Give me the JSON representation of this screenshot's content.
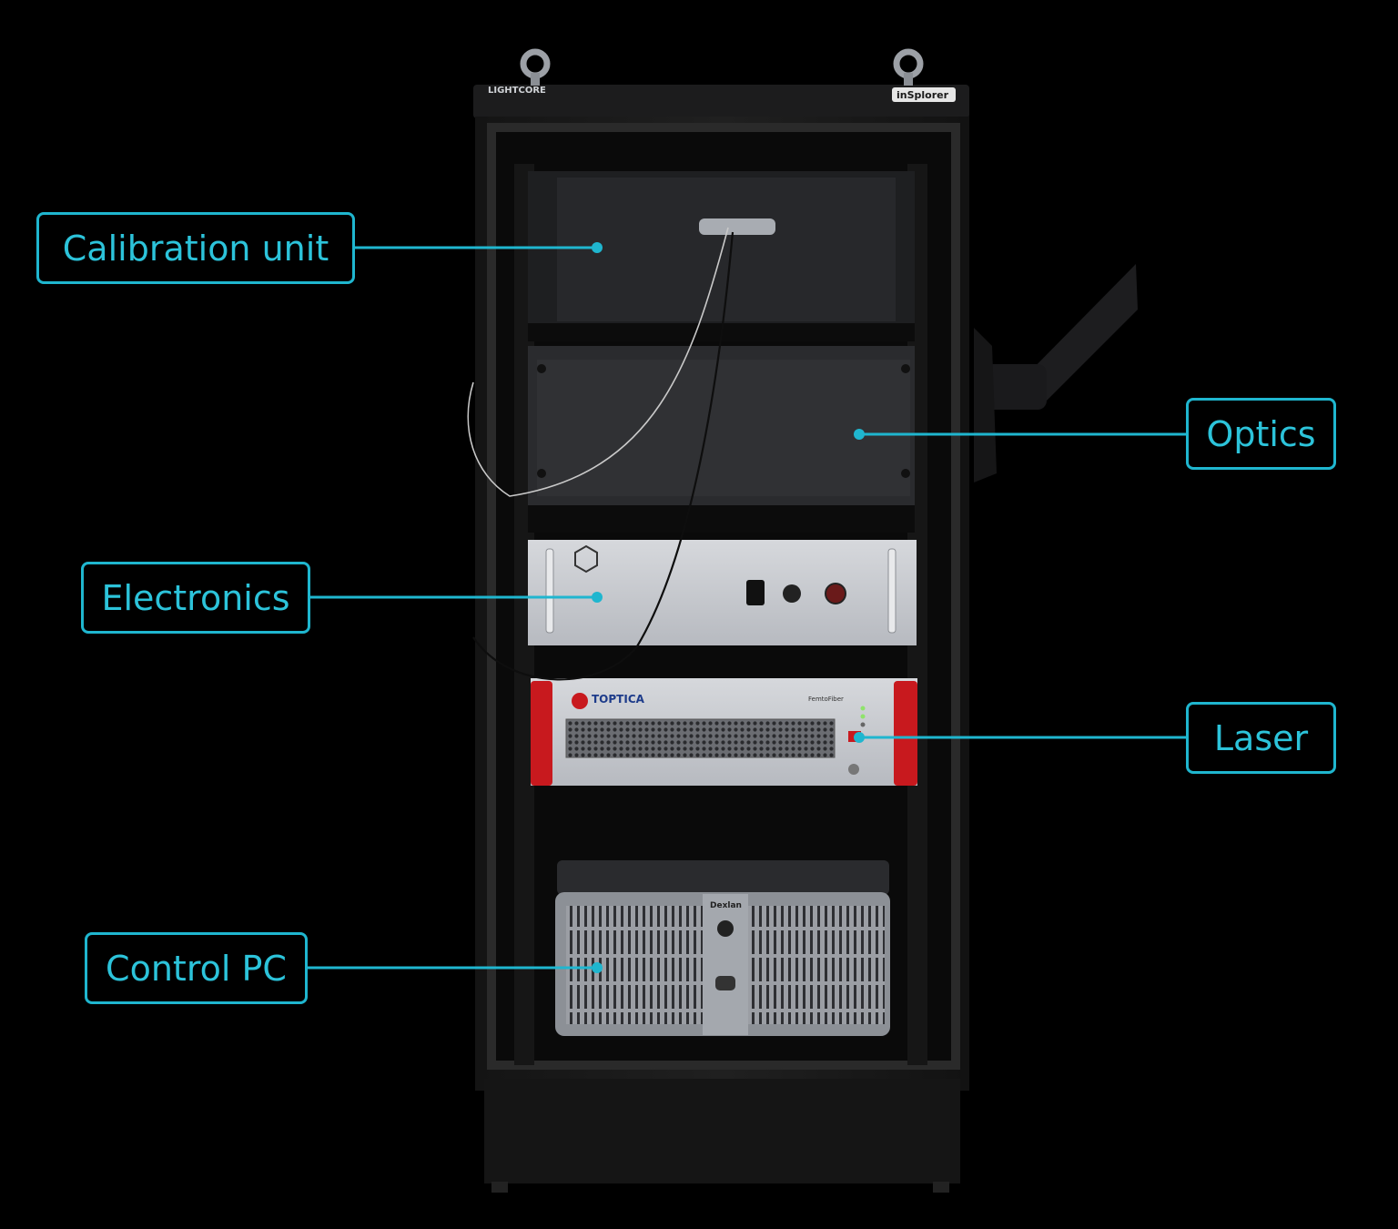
{
  "callouts": {
    "calibration": "Calibration unit",
    "optics": "Optics",
    "electronics": "Electronics",
    "laser": "Laser",
    "control_pc": "Control PC"
  },
  "labels": {
    "cabinet_brand_left": "LIGHTCORE",
    "cabinet_brand_right": "inSplorer",
    "laser_brand": "TOPTICA",
    "laser_model": "FemtoFiber",
    "pc_brand": "Dexlan"
  },
  "colors": {
    "accent": "#1fb6cf",
    "background": "#000000",
    "laser_red": "#c8191e"
  }
}
